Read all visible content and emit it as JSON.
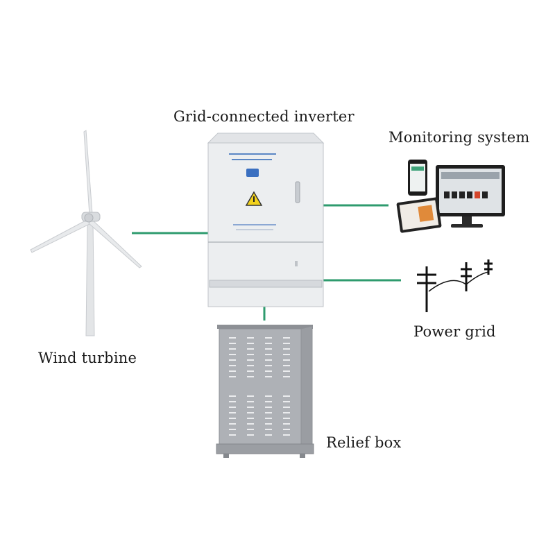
{
  "labels": {
    "inverter": "Grid-connected inverter",
    "monitoring": "Monitoring system",
    "turbine": "Wind turbine",
    "grid": "Power grid",
    "relief": "Relief box"
  },
  "colors": {
    "connector": "#2e9b6e",
    "cabinet": "#eceef0",
    "cabinet_edge": "#bfc3c8",
    "relief_box": "#a9acb1",
    "turbine": "#e4e6e8",
    "monitor_frame": "#222222",
    "pole": "#111111"
  },
  "icons": [
    "wind-turbine-icon",
    "inverter-cabinet-icon",
    "relief-box-icon",
    "monitoring-devices-icon",
    "power-pole-icon",
    "warning-triangle-icon"
  ]
}
